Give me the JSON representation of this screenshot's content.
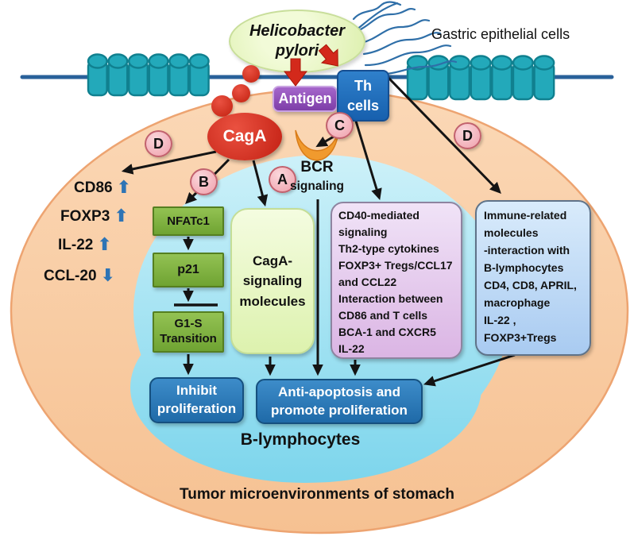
{
  "scene": {
    "gastric_label": "Gastric epithelial cells",
    "tumor_label": "Tumor microenvironments of stomach",
    "b_lymphocytes_label": "B-lymphocytes"
  },
  "bacteria": {
    "name": "Helicobacter\npylori"
  },
  "membrane": {
    "antigen_label": "Antigen",
    "th_cells_label": "Th\ncells"
  },
  "caga_label": "CagA",
  "bcr": {
    "title": "BCR",
    "subtitle": "signaling"
  },
  "badges": {
    "a": "A",
    "b": "B",
    "c": "C",
    "d_left": "D",
    "d_right": "D"
  },
  "left_markers": {
    "items": [
      {
        "label": "CD86",
        "glyph": "⬆"
      },
      {
        "label": "FOXP3",
        "glyph": "⬆"
      },
      {
        "label": "IL-22",
        "glyph": "⬆"
      },
      {
        "label": "CCL-20",
        "glyph": "⬇"
      }
    ]
  },
  "pathway_b": {
    "nfatc1": "NFATc1",
    "p21": "p21",
    "g1s": "G1-S\nTransition",
    "outcome": "Inhibit\nproliferation"
  },
  "pathway_a": {
    "box": "CagA-\nsignaling\nmolecules"
  },
  "pathway_c": {
    "box": "CD40-mediated\nsignaling\nTh2-type cytokines\nFOXP3+ Tregs/CCL17\nand CCL22\nInteraction between\nCD86 and T cells\nBCA-1 and CXCR5\nIL-22"
  },
  "pathway_d": {
    "box": "Immune-related\nmolecules\n-interaction with\nB-lymphocytes\nCD4, CD8, APRIL,\nmacrophage\nIL-22 ,\nFOXP3+Tregs"
  },
  "outcome": {
    "anti_apoptosis": "Anti-apoptosis and\npromote proliferation"
  },
  "colors": {
    "membrane_blue": "#2B6295",
    "epithelial_teal": "#23A9BA",
    "caga_red": "#D42A1C",
    "marker_arrow_blue": "#2E74B5",
    "tumor_peach": "#F8CBA4",
    "b_cell_cyan": "#A9E4F2"
  }
}
